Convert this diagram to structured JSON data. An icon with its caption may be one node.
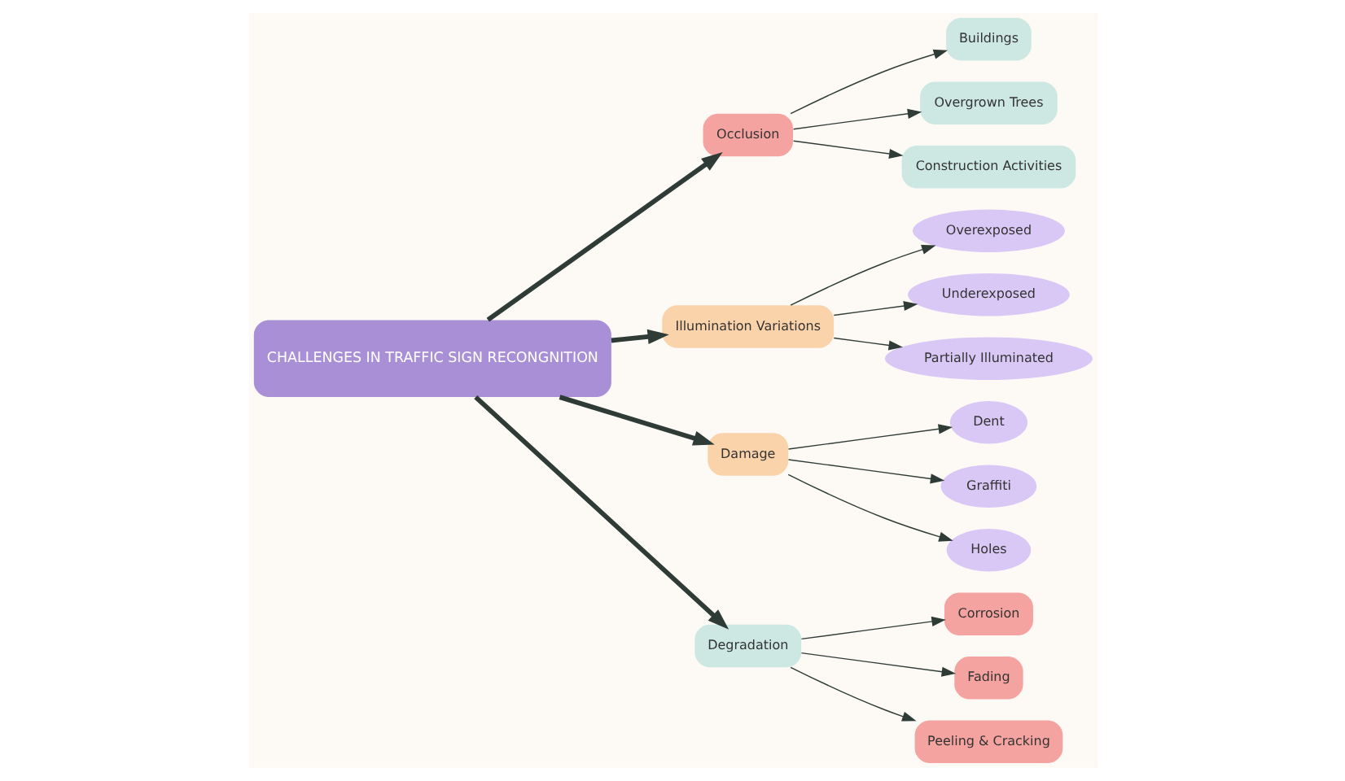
{
  "diagram": {
    "nodes": [
      {
        "text": [
          "CHALLENGES IN TRAFFIC SIGN RECONGNITION"
        ]
      },
      {
        "text": [
          "Occlusion"
        ]
      },
      {
        "text": [
          "Buildings"
        ]
      },
      {
        "text": [
          "Overgrown Trees"
        ]
      },
      {
        "text": [
          "Construction Activities"
        ]
      },
      {
        "text": [
          "Illumination Variations"
        ]
      },
      {
        "text": [
          "Overexposed"
        ]
      },
      {
        "text": [
          "Underexposed"
        ]
      },
      {
        "text": [
          "Partially Illuminated"
        ]
      },
      {
        "text": [
          "Damage"
        ]
      },
      {
        "text": [
          "Dent"
        ]
      },
      {
        "text": [
          "Graffiti"
        ]
      },
      {
        "text": [
          "Holes"
        ]
      },
      {
        "text": [
          "Degradation"
        ]
      },
      {
        "text": [
          "Corrosion"
        ]
      },
      {
        "text": [
          "Fading"
        ]
      },
      {
        "text": [
          "Peeling & Cracking"
        ]
      }
    ],
    "edges": [
      {
        "from": 0,
        "to": 1,
        "arrow": "to",
        "style": "thick"
      },
      {
        "from": 1,
        "to": 2,
        "arrow": "to"
      },
      {
        "from": 1,
        "to": 3,
        "arrow": "to"
      },
      {
        "from": 1,
        "to": 4,
        "arrow": "to"
      },
      {
        "from": 0,
        "to": 5,
        "arrow": "to",
        "style": "thick"
      },
      {
        "from": 5,
        "to": 6,
        "arrow": "to"
      },
      {
        "from": 5,
        "to": 7,
        "arrow": "to"
      },
      {
        "from": 5,
        "to": 8,
        "arrow": "to"
      },
      {
        "from": 0,
        "to": 9,
        "arrow": "to",
        "style": "thick"
      },
      {
        "from": 9,
        "to": 10,
        "arrow": "to"
      },
      {
        "from": 9,
        "to": 11,
        "arrow": "to"
      },
      {
        "from": 9,
        "to": 12,
        "arrow": "to"
      },
      {
        "from": 0,
        "to": 13,
        "arrow": "to",
        "style": "thick"
      },
      {
        "from": 13,
        "to": 14,
        "arrow": "to"
      },
      {
        "from": 13,
        "to": 15,
        "arrow": "to"
      },
      {
        "from": 13,
        "to": 16,
        "arrow": "to"
      }
    ]
  }
}
